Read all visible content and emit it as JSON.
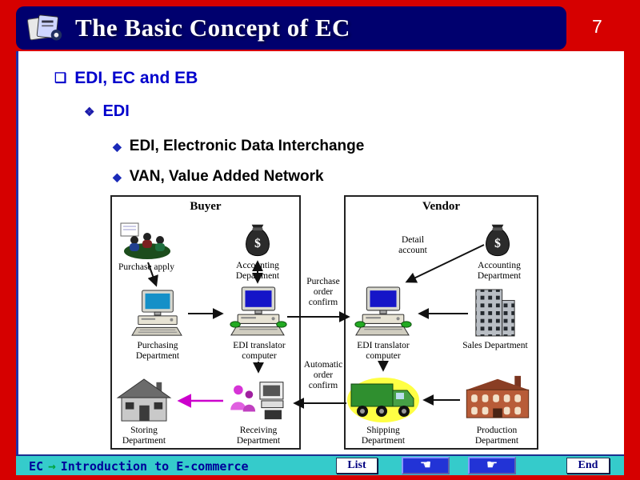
{
  "header": {
    "title": "The Basic Concept of EC",
    "page_number": "7"
  },
  "outline": {
    "l1": {
      "glyph": "❑",
      "text": "EDI, EC and EB"
    },
    "l2": {
      "glyph": "❖",
      "text": "EDI"
    },
    "l3": [
      {
        "glyph": "◆",
        "text": "EDI, Electronic Data Interchange"
      },
      {
        "glyph": "◆",
        "text": "VAN, Value Added Network"
      }
    ]
  },
  "diagram": {
    "buyer": {
      "title": "Buyer",
      "purchase_apply": "Purchase apply",
      "accounting": "Accounting Department",
      "purchasing": "Purchasing Department",
      "edi_computer": "EDI translator computer",
      "storing": "Storing Department",
      "receiving": "Receiving Department"
    },
    "vendor": {
      "title": "Vendor",
      "detail_account": "Detail account",
      "accounting": "Accounting Department",
      "edi_computer": "EDI translator computer",
      "sales": "Sales Department",
      "shipping": "Shipping Department",
      "production": "Production Department"
    },
    "flows": {
      "purchase_order": "Purchase order confirm",
      "automatic_order": "Automatic order confirm"
    },
    "money_sign": "$"
  },
  "footer": {
    "course": "EC",
    "arrow_glyph": "→",
    "lecture": "Introduction to E-commerce",
    "list_label": "List",
    "end_label": "End",
    "prev_glyph": "☚",
    "next_glyph": "☛"
  },
  "icons": [
    "books-icon",
    "meeting-icon",
    "money-bag-icon",
    "computer-icon",
    "computer-disks-icon",
    "house-icon",
    "people-computer-icon",
    "office-building-icon",
    "truck-icon",
    "factory-icon",
    "hand-left-icon",
    "hand-right-icon",
    "footer-arrow-icon",
    "square-bullet-icon",
    "diamond-cluster-bullet-icon",
    "diamond-bullet-icon"
  ],
  "colors": {
    "frame_red": "#d60000",
    "header_navy": "#00006e",
    "bullet_blue": "#0000cc",
    "footer_teal": "#35cbcb",
    "footer_text_navy": "#000099",
    "nav_button_blue": "#2233d6",
    "highlight_yellow": "#ffff44",
    "arrow_magenta": "#cc00cc"
  }
}
